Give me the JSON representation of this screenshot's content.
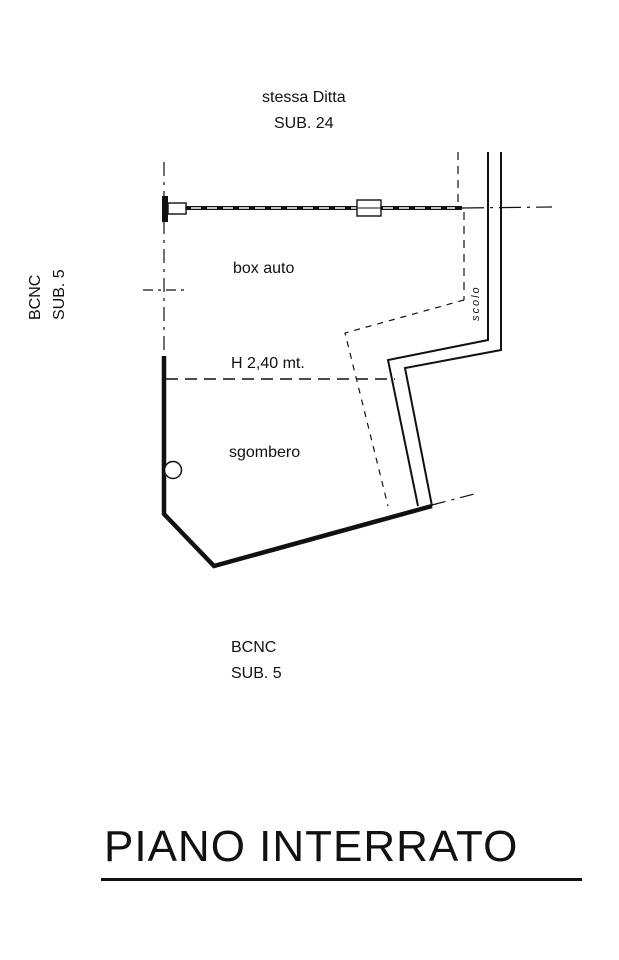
{
  "neighbors": {
    "top": {
      "line1": "stessa Ditta",
      "line2": "SUB. 24"
    },
    "left": {
      "line1": "BCNC",
      "line2": "SUB. 5"
    },
    "bottom": {
      "line1": "BCNC",
      "line2": "SUB. 5"
    }
  },
  "rooms": {
    "box": "box auto",
    "storage": "sgombero"
  },
  "height_label": "H 2,40 mt.",
  "drain_label": "scolo",
  "title": "PIANO  INTERRATO",
  "colors": {
    "ink": "#111111",
    "paper": "#ffffff"
  }
}
